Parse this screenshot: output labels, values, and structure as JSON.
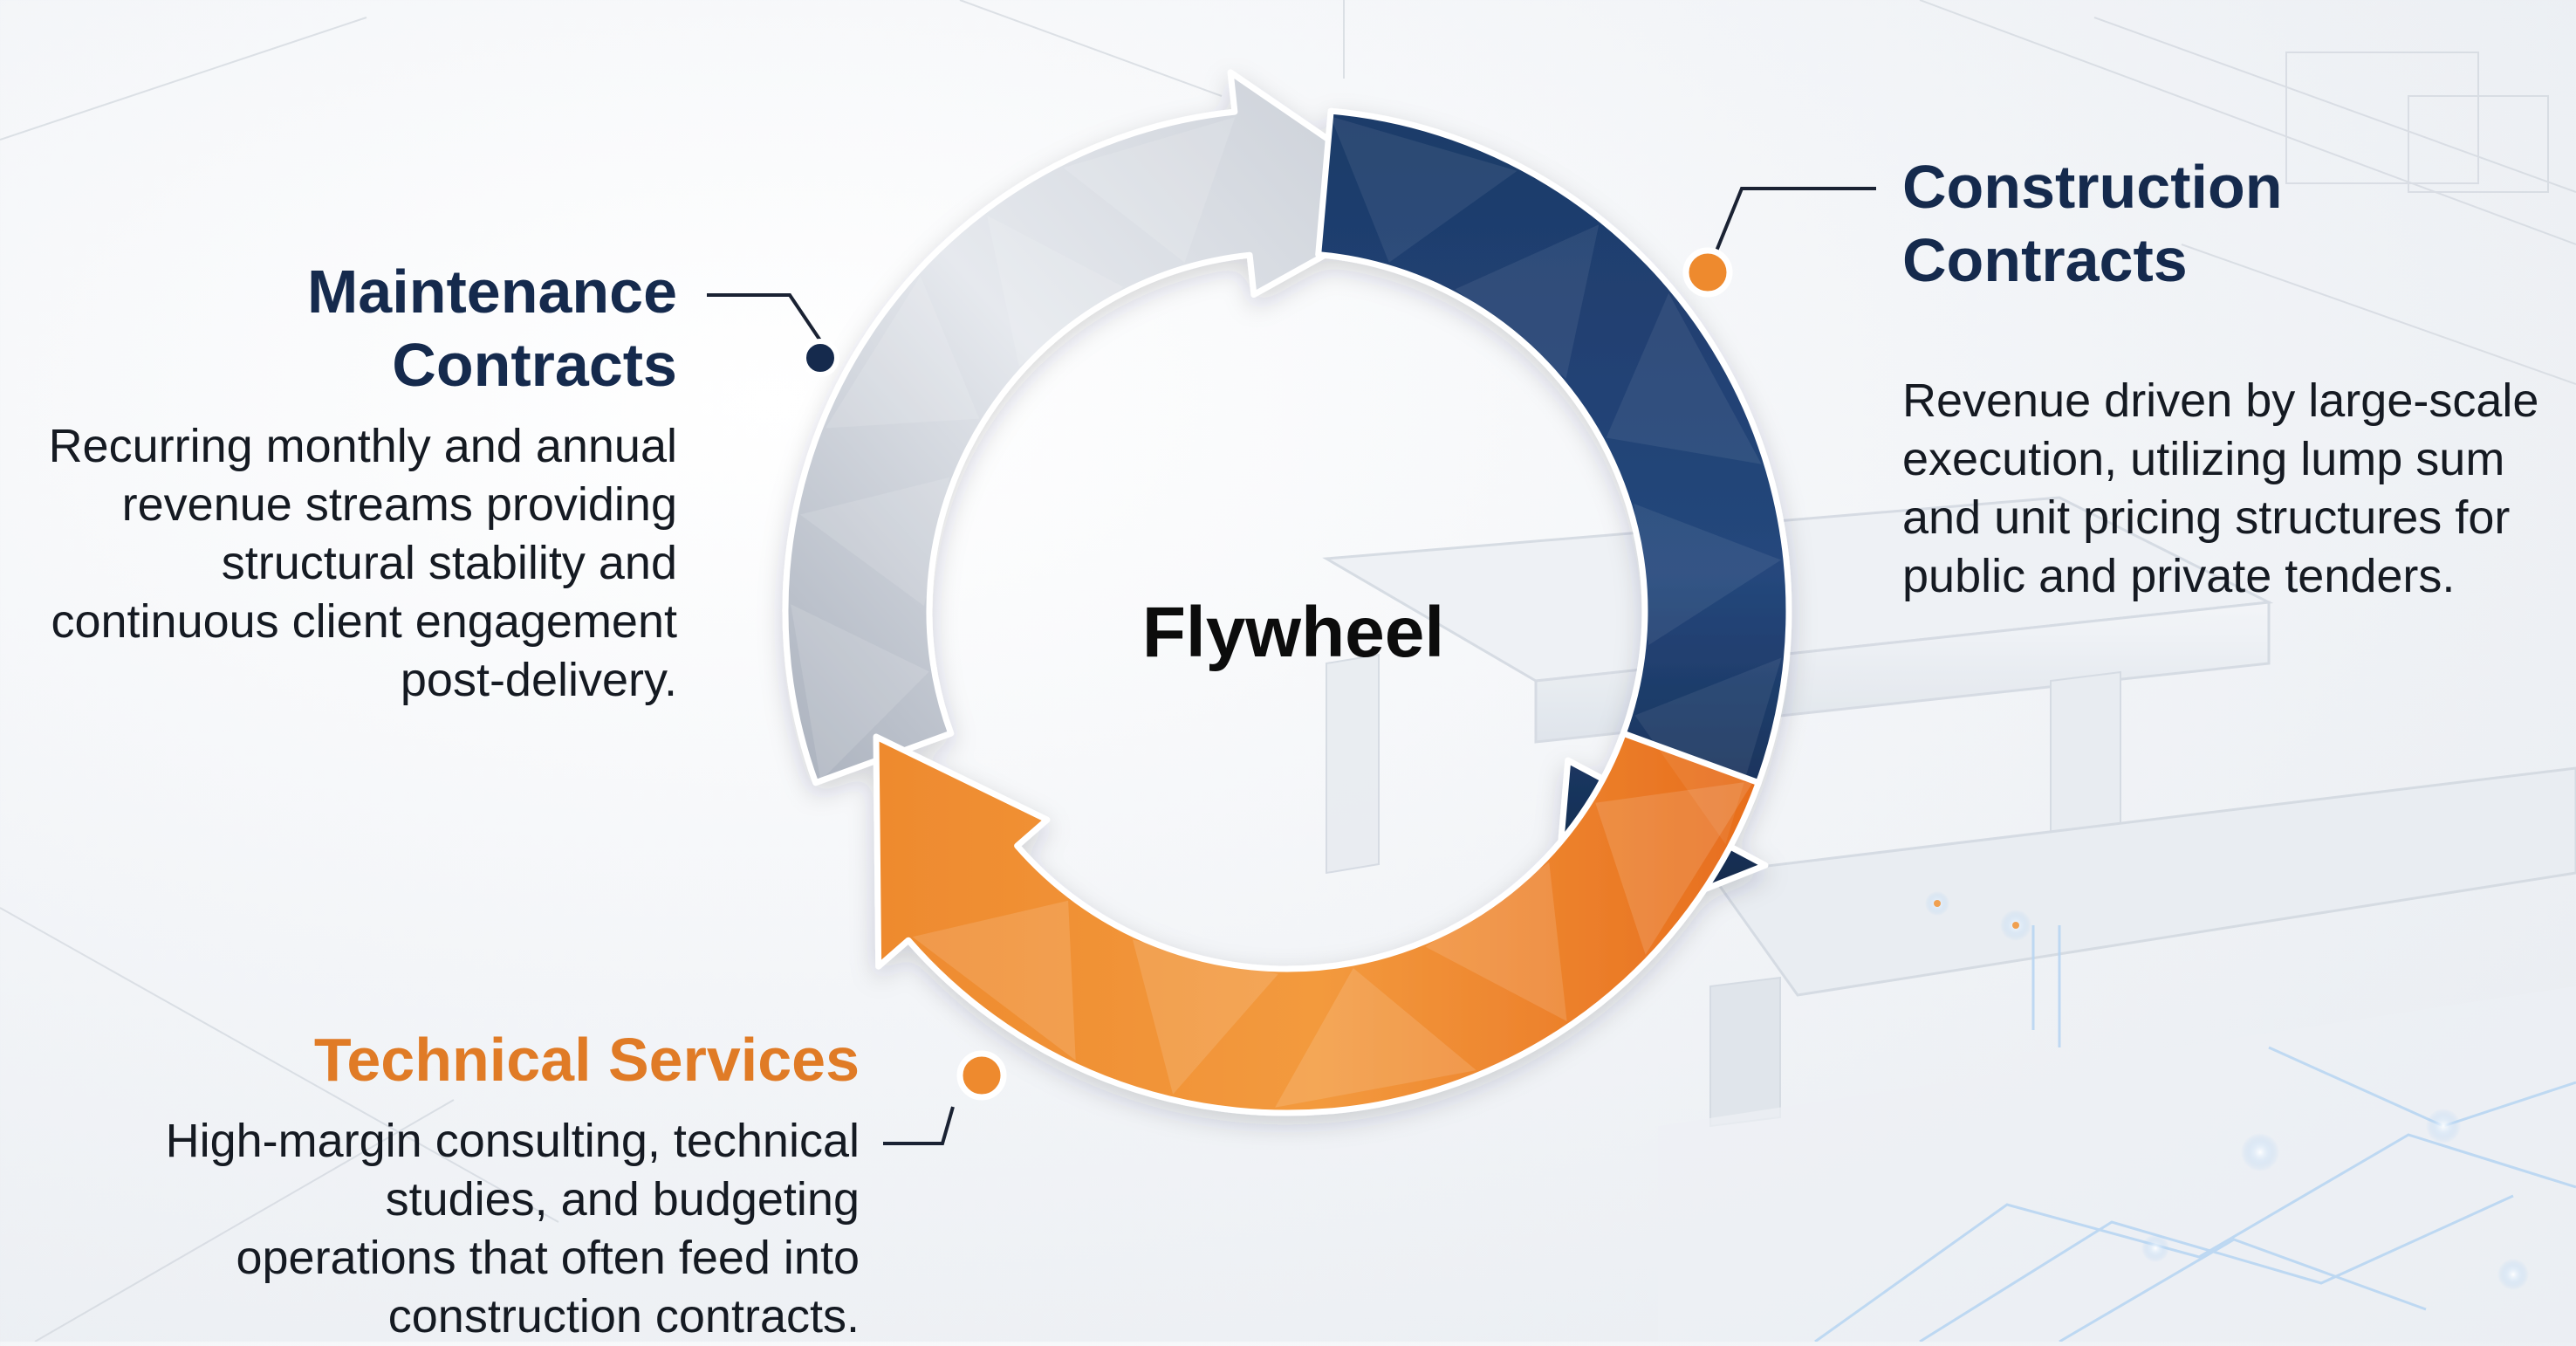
{
  "diagram": {
    "center_label": "Flywheel",
    "segments": [
      {
        "id": "maintenance",
        "title_lines": [
          "Maintenance",
          "Contracts"
        ],
        "description_lines": [
          "Recurring monthly and annual",
          "revenue streams providing",
          "structural stability and",
          "continuous client engagement",
          "post-delivery."
        ],
        "color": "#c9ced6"
      },
      {
        "id": "construction",
        "title_lines": [
          "Construction",
          "Contracts"
        ],
        "description_lines": [
          "Revenue driven by large-scale",
          "execution, utilizing lump sum",
          "and unit pricing structures for",
          "public and private tenders."
        ],
        "color": "#1d3b69"
      },
      {
        "id": "technical",
        "title_lines": [
          "Technical Services"
        ],
        "description_lines": [
          "High-margin consulting, technical",
          "studies, and budgeting",
          "operations that often feed into",
          "construction contracts."
        ],
        "color": "#ee8a2e"
      }
    ]
  },
  "colors": {
    "navy": "#152a4d",
    "navy_arrow": "#1d3b69",
    "orange": "#ee8a2e",
    "orange_dark": "#e07b26",
    "silver": "#c9ced6",
    "background": "#f3f5f8"
  }
}
